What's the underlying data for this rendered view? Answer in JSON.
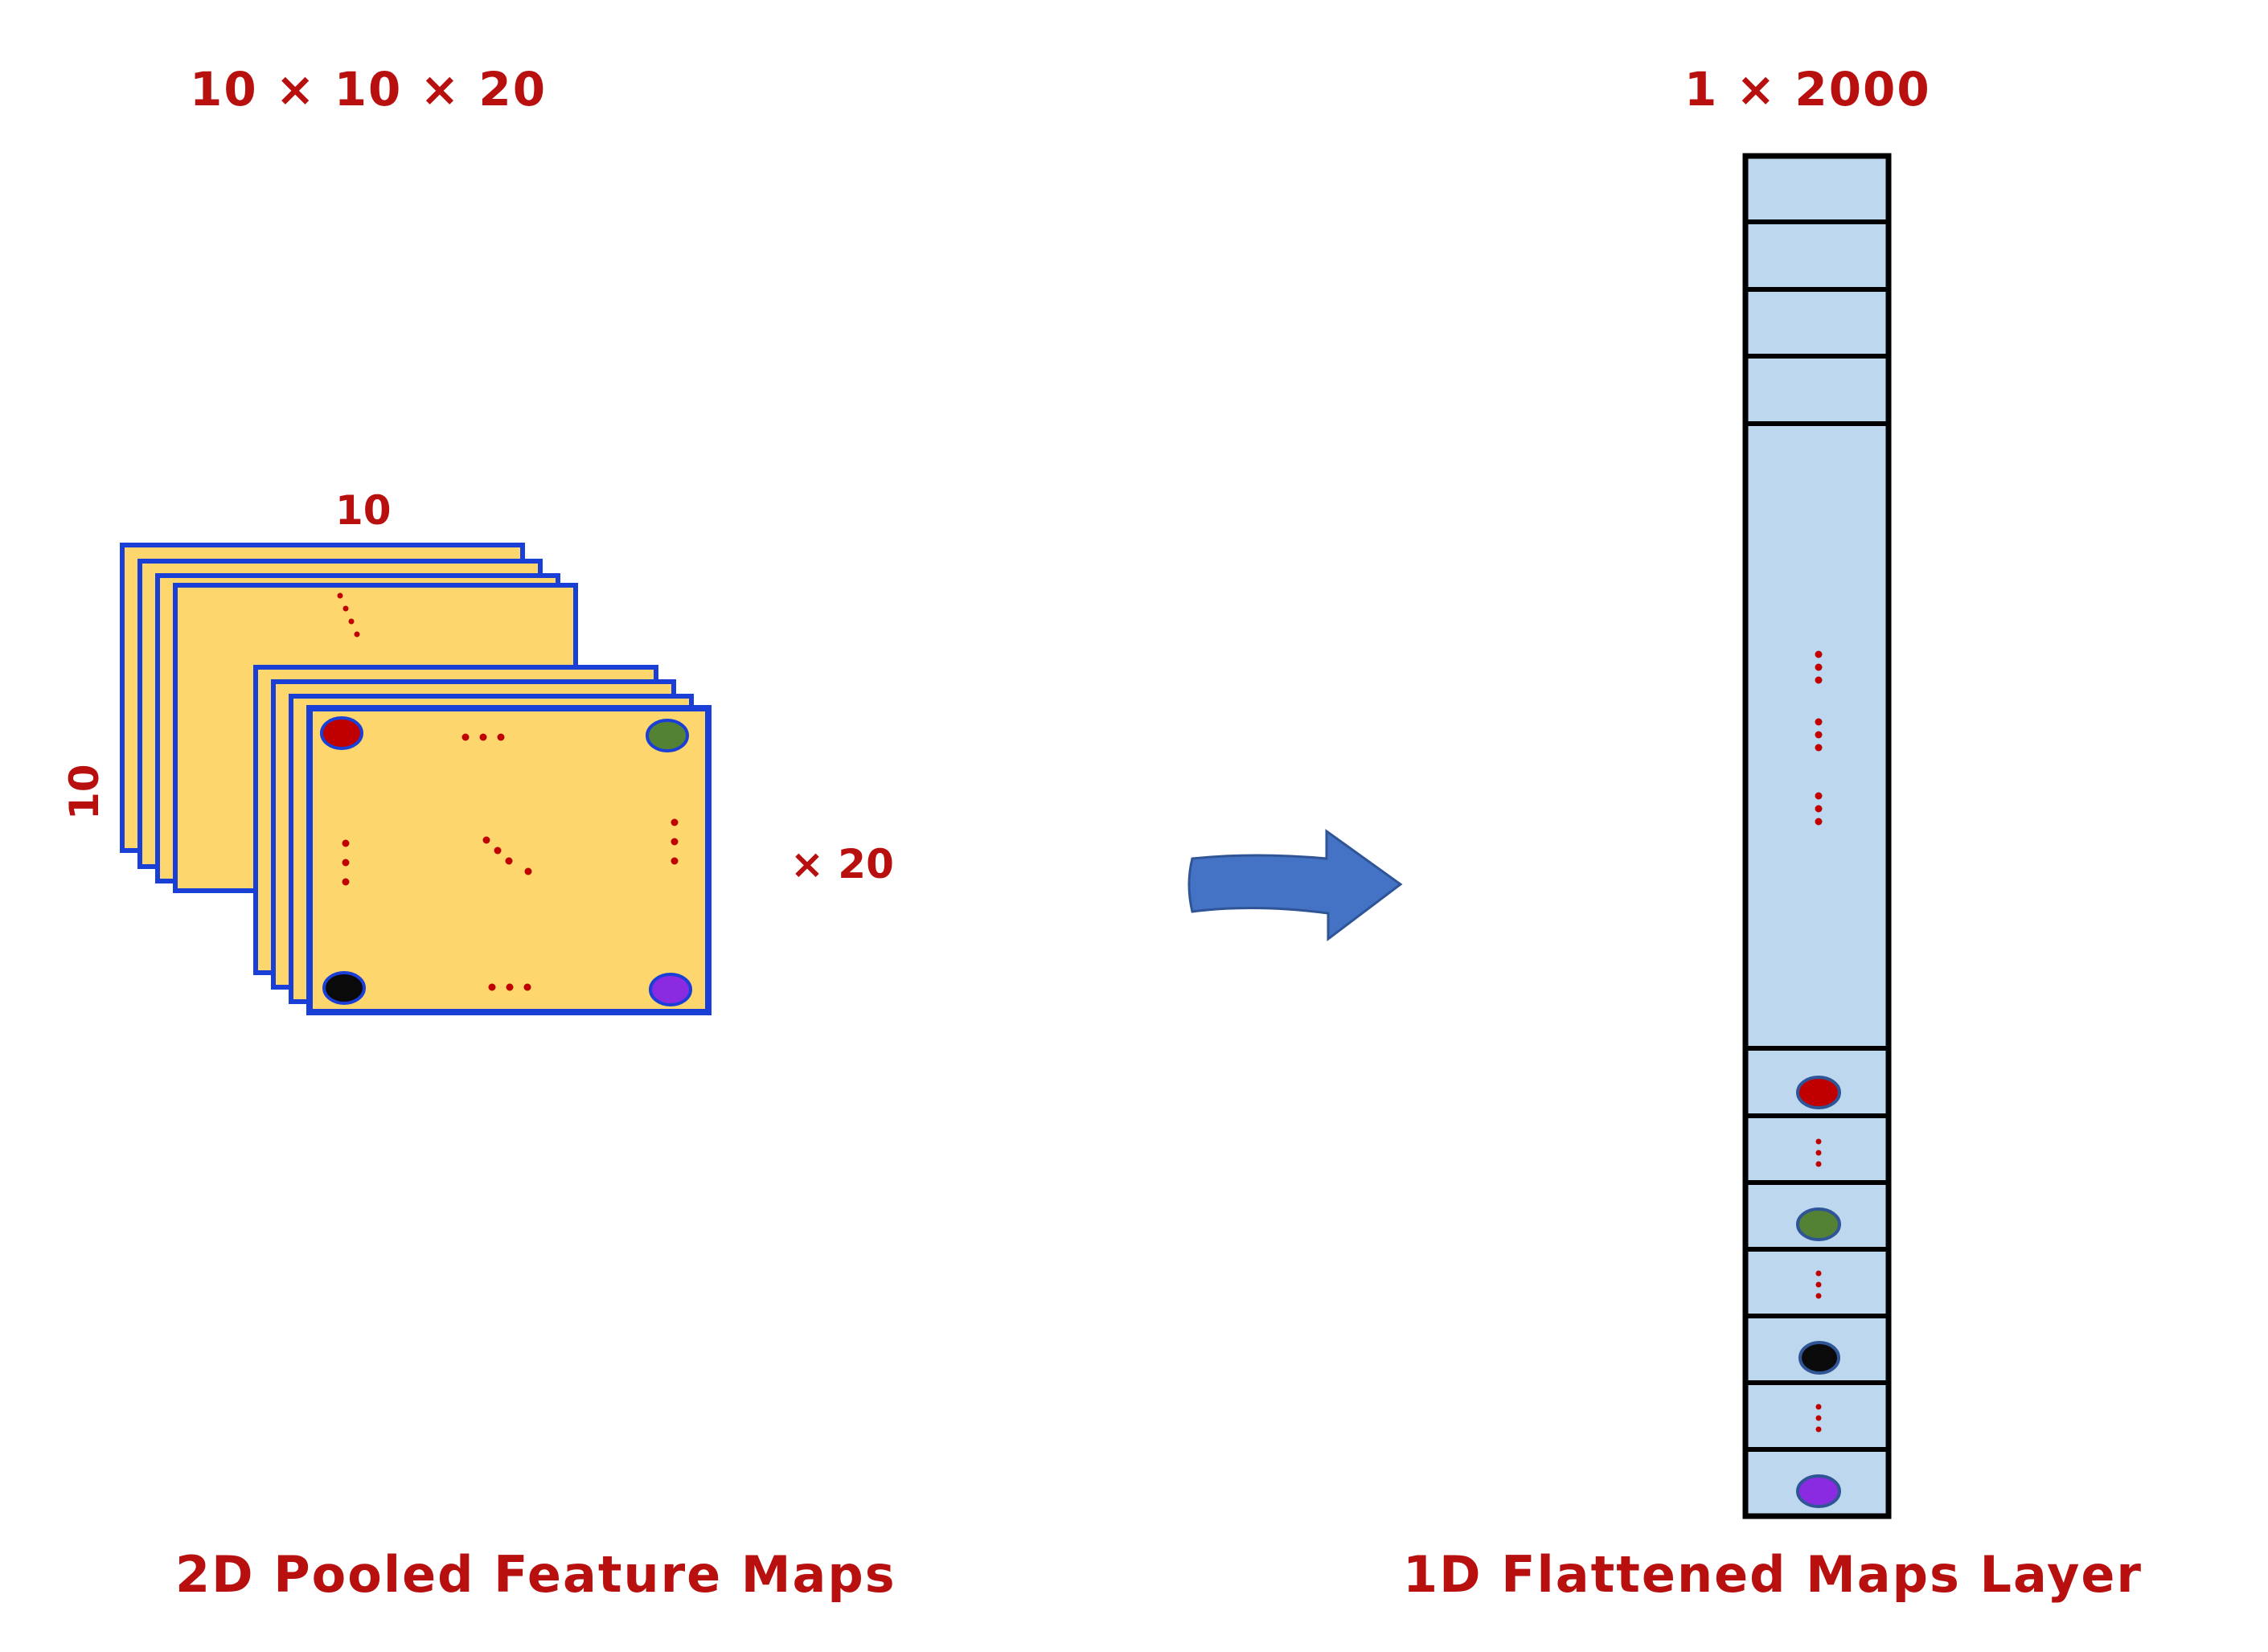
{
  "labels": {
    "input_dims": "10 × 10 × 20",
    "output_dims": "1 × 2000",
    "map_width": "10",
    "map_height": "10",
    "map_count": "× 20",
    "input_caption": "2D Pooled Feature Maps",
    "output_caption": "1D Flattened Maps Layer"
  },
  "colors": {
    "label_red": "#b80f0f",
    "map_fill": "#fdd66d",
    "map_border": "#1a3fd6",
    "vector_fill": "#bdd7ee",
    "vector_border": "#000000",
    "arrow": "#4472c4",
    "dot_red": "#c00000",
    "dot_green": "#548235",
    "dot_black": "#0a0a0a",
    "dot_purple": "#8a2be2"
  }
}
